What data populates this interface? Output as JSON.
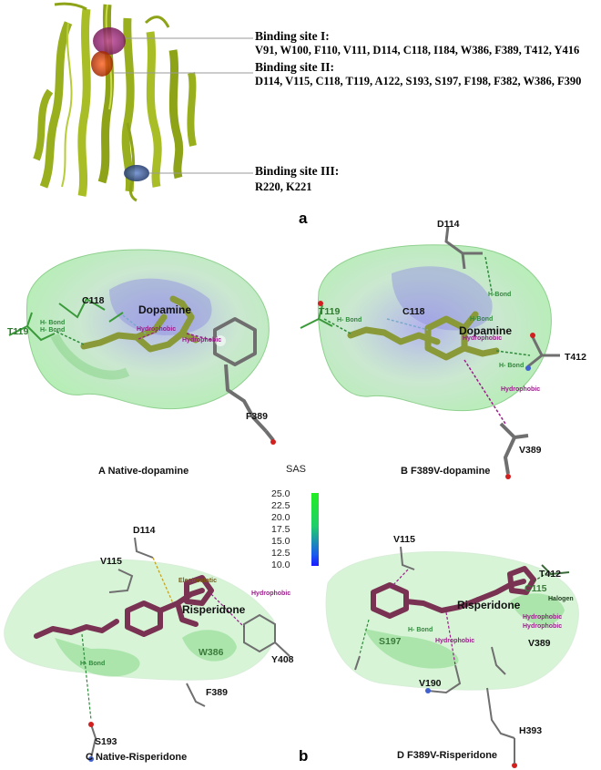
{
  "figure": {
    "top_label": "a",
    "bottom_label": "b"
  },
  "binding_sites": [
    {
      "title": "Binding site I:",
      "residues": "V91, W100, F110, V111, D114, C118, I184, W386, F389, T412, Y416"
    },
    {
      "title": "Binding site II:",
      "residues": "D114, V115, C118, T119, A122, S193, S197, F198, F382, W386, F390"
    },
    {
      "title": "Binding site III:",
      "residues": "R220, K221"
    }
  ],
  "panels": {
    "A": {
      "caption": "A  Native-dopamine",
      "ligand": "Dopamine",
      "residues": [
        "T119",
        "C118",
        "F389"
      ],
      "interactions": [
        "H- Bond",
        "H- Bond",
        "Hydrophobic",
        "Hydrophobic"
      ]
    },
    "B": {
      "caption": "B  F389V-dopamine",
      "ligand": "Dopamine",
      "residues": [
        "D114",
        "T119",
        "C118",
        "T412",
        "V389"
      ],
      "interactions": [
        "H-Bond",
        "H- Bond",
        "H-Bond",
        "Hydrophobic",
        "H- Bond",
        "Hydrophobic"
      ]
    },
    "C": {
      "caption": "C  Native-Risperidone",
      "ligand": "Risperidone",
      "residues": [
        "D114",
        "V115",
        "Y408",
        "W386",
        "F389",
        "S193"
      ],
      "interactions": [
        "Electrostatic",
        "Hydrophobic",
        "H- Bond"
      ]
    },
    "D": {
      "caption": "D  F389V-Risperidone",
      "ligand": "Risperidone",
      "residues": [
        "V115",
        "T412",
        "C115",
        "V389",
        "S197",
        "V190",
        "H393"
      ],
      "interactions": [
        "Halogen",
        "Hydrophobic",
        "Hydrophobic",
        "H- Bond",
        "Hydrophobic"
      ]
    }
  },
  "sas_legend": {
    "title": "SAS",
    "ticks": [
      "25.0",
      "22.5",
      "20.0",
      "17.5",
      "15.0",
      "12.5",
      "10.0"
    ],
    "colors": {
      "top": "#22ee22",
      "bottom": "#1a1aff"
    }
  },
  "colors": {
    "protein": "#9aaf1e",
    "dopamine": "#8a9a38",
    "risperidone": "#7a3252",
    "site1_mesh": "#a0307a",
    "site2_mesh": "#d04010",
    "site3_mesh": "#3a5a9a",
    "hbond": "#2e8b3a",
    "hydrophobic": "#9b1c8a"
  }
}
